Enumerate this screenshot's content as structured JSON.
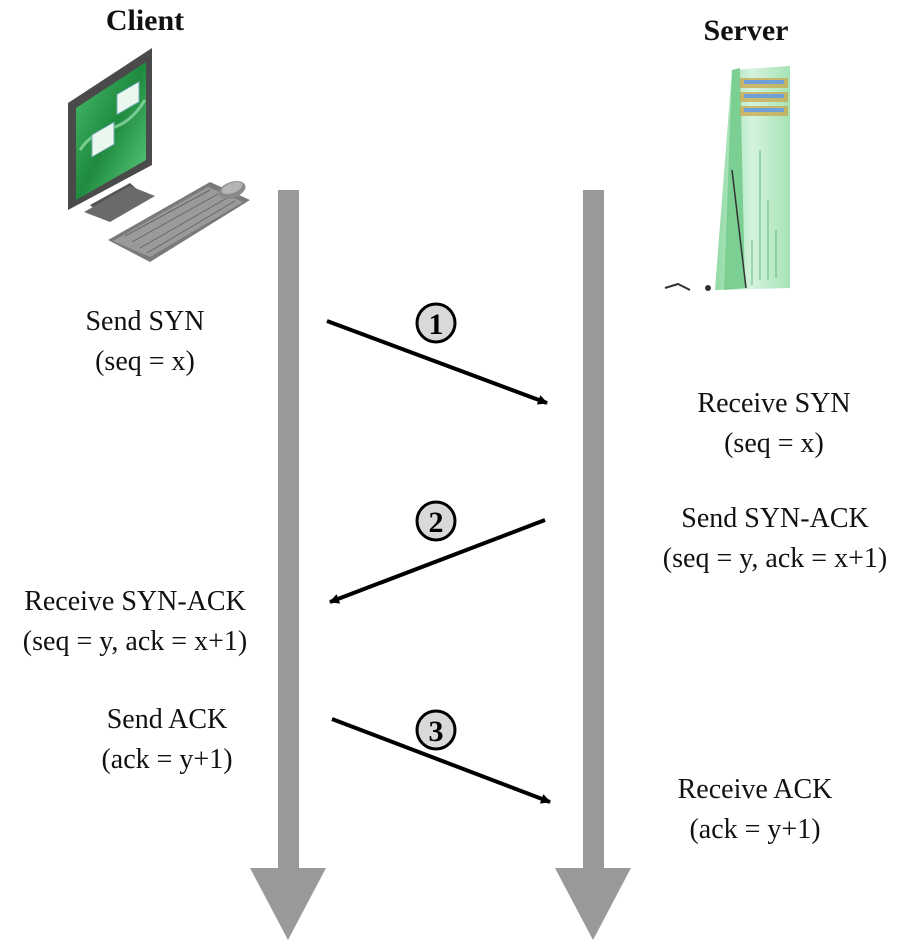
{
  "client": {
    "title": "Client"
  },
  "server": {
    "title": "Server"
  },
  "steps": [
    {
      "number": "1"
    },
    {
      "number": "2"
    },
    {
      "number": "3"
    }
  ],
  "client_labels": {
    "send_syn": "Send SYN",
    "send_syn_detail": "(seq = x)",
    "receive_synack": "Receive SYN-ACK",
    "receive_synack_detail": "(seq = y, ack = x+1)",
    "send_ack": "Send ACK",
    "send_ack_detail": "(ack = y+1)"
  },
  "server_labels": {
    "receive_syn": "Receive SYN",
    "receive_syn_detail": "(seq = x)",
    "send_synack": "Send SYN-ACK",
    "send_synack_detail": "(seq = y, ack = x+1)",
    "receive_ack": "Receive ACK",
    "receive_ack_detail": "(ack = y+1)"
  },
  "colors": {
    "timeline": "#999999",
    "arrow": "#000000",
    "step_circle": "#d9d9d9",
    "screen": "#2f9e4f",
    "server_tower": "#b8e8c4"
  }
}
